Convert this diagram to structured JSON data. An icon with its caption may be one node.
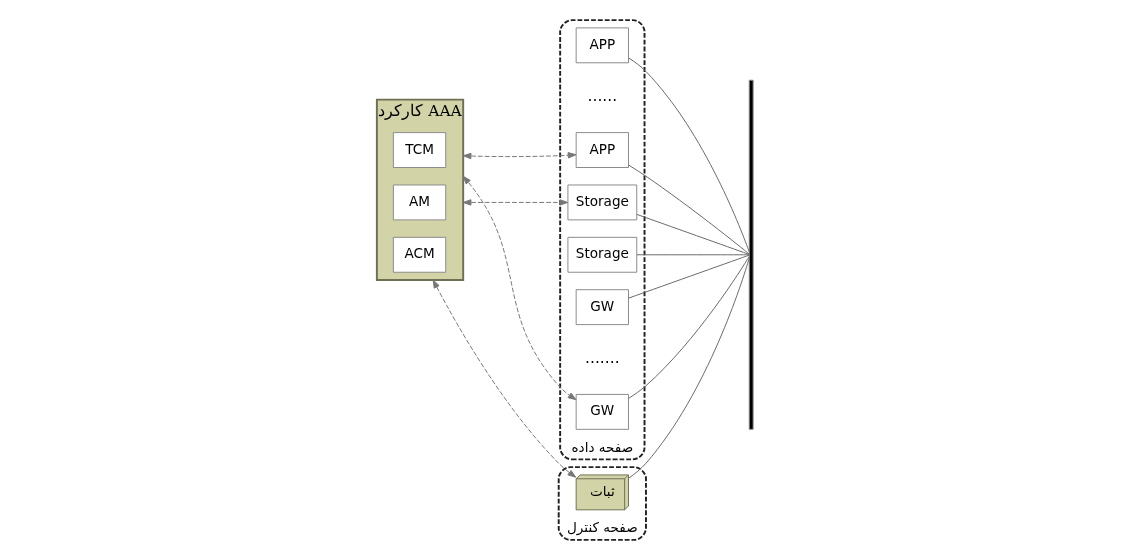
{
  "diagram": {
    "nodes": [
      {
        "text": [
          "کارکرد AAA"
        ]
      },
      {
        "text": [
          "TCM"
        ],
        "in": 0
      },
      {
        "text": [
          "AM"
        ],
        "in": 0
      },
      {
        "text": [
          "ACM"
        ],
        "in": 0
      },
      {
        "text": [
          "صفحه داده"
        ]
      },
      {
        "text": [
          "APP"
        ],
        "in": 4
      },
      {
        "text": [
          "APP"
        ],
        "in": 4
      },
      {
        "text": [],
        "shape": "bar"
      },
      {
        "text": [
          "Storage"
        ],
        "in": 4
      },
      {
        "text": [
          "Storage"
        ],
        "in": 4
      },
      {
        "text": [
          "GW"
        ],
        "in": 4
      },
      {
        "text": [
          "GW"
        ],
        "in": 4
      },
      {
        "text": [
          "صفحه کنترل"
        ]
      },
      {
        "text": [
          "ثبات"
        ],
        "in": 12
      }
    ],
    "edges": [
      {
        "from": 0,
        "to": 5,
        "arrow": "both",
        "style": "dashed",
        "color": "#777777"
      },
      {
        "from": 0,
        "to": 8,
        "arrow": "both",
        "style": "dashed",
        "color": "#777777"
      },
      {
        "from": 0,
        "to": 13,
        "arrow": "both",
        "style": "dashed",
        "color": "#777777"
      },
      {
        "from": 0,
        "to": 10,
        "arrow": "both",
        "style": "dashed",
        "color": "#777777"
      },
      {
        "from": 5,
        "to": 7,
        "arrow": "none"
      },
      {
        "from": 6,
        "to": 7,
        "arrow": "none"
      },
      {
        "from": 8,
        "to": 7,
        "arrow": "none"
      },
      {
        "from": 9,
        "to": 7,
        "arrow": "none"
      },
      {
        "from": 13,
        "to": 7,
        "arrow": "none"
      },
      {
        "from": 10,
        "to": 7,
        "arrow": "none"
      },
      {
        "from": 11,
        "to": 7,
        "arrow": "none"
      }
    ],
    "labels": [
      "......",
      "......."
    ]
  }
}
